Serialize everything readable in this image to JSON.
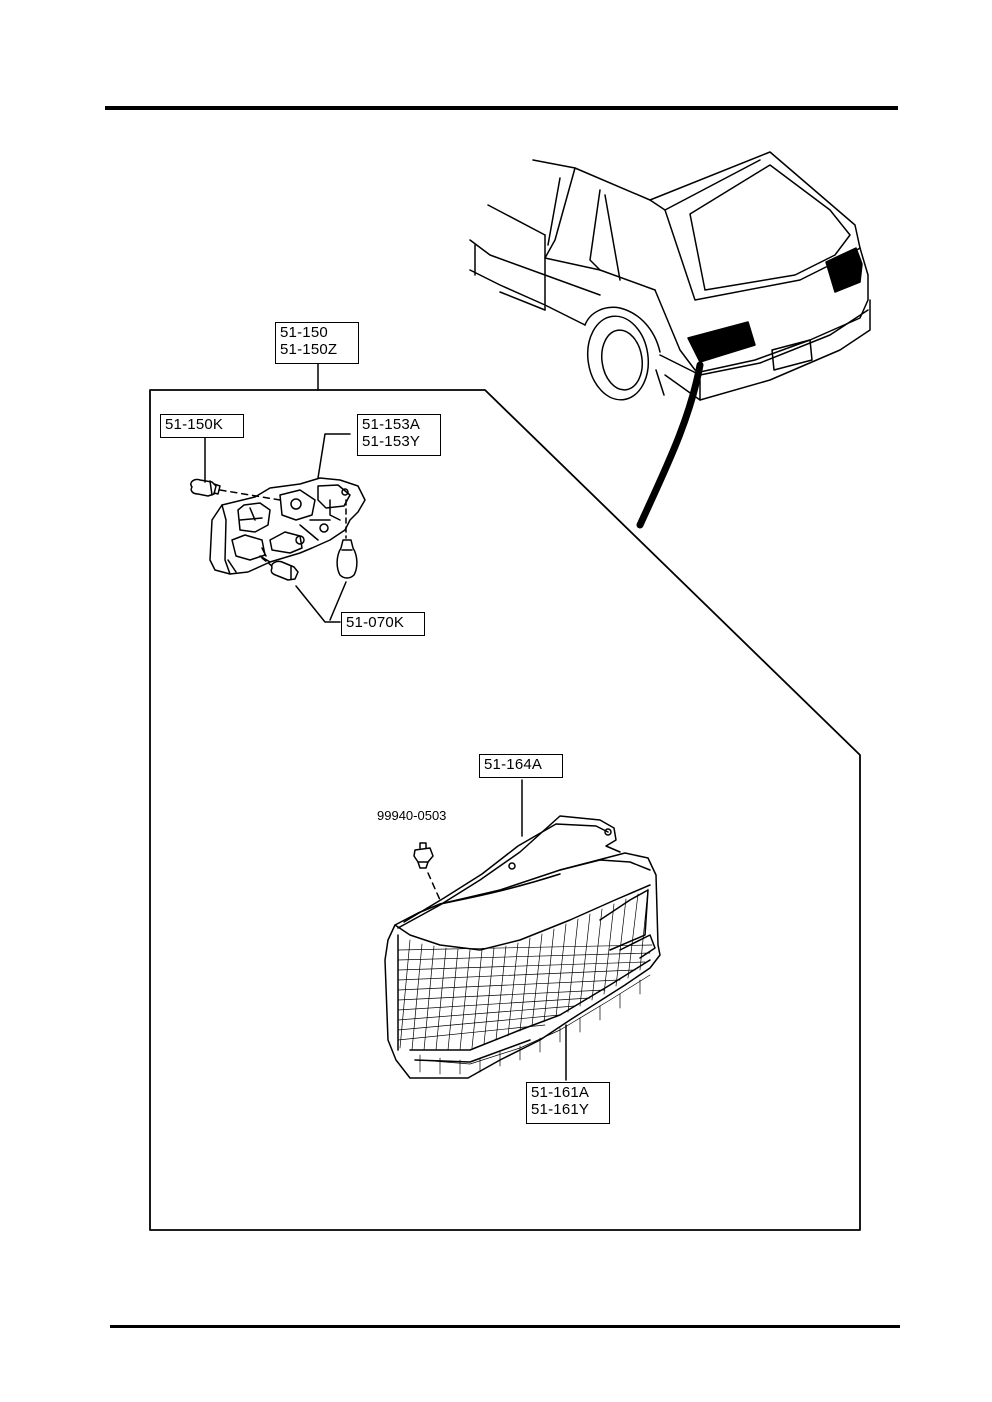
{
  "labels": {
    "assembly": [
      "51-150",
      "51-150Z"
    ],
    "bulb_top": "51-150K",
    "socket": [
      "51-153A",
      "51-153Y"
    ],
    "bulbs": "51-070K",
    "gasket": "51-164A",
    "screw": "99940-0503",
    "lens": [
      "51-161A",
      "51-161Y"
    ]
  }
}
